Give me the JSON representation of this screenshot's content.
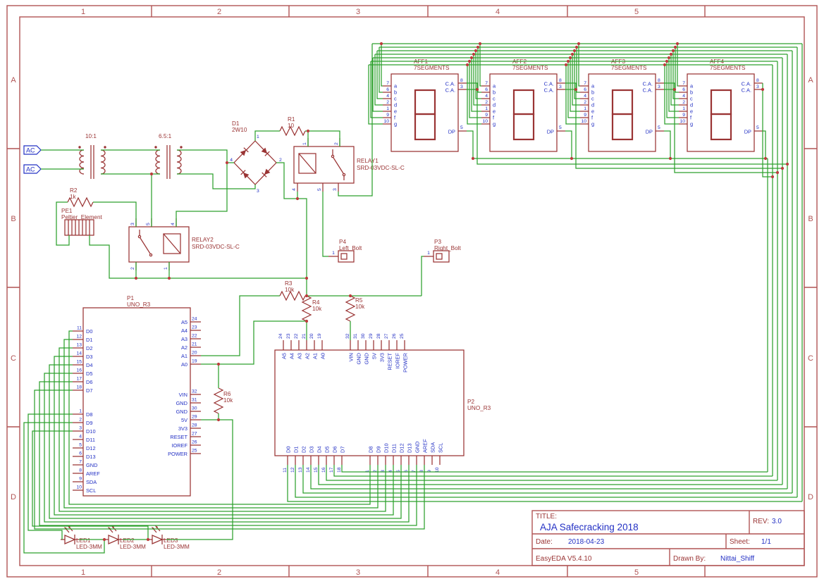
{
  "frame": {
    "cols": [
      "1",
      "2",
      "3",
      "4",
      "5"
    ],
    "rows": [
      "A",
      "B",
      "C",
      "D"
    ]
  },
  "ports": {
    "ac1": "AC",
    "ac2": "AC"
  },
  "transformers": {
    "t1_ratio": "10:1",
    "t2_ratio": "6.5:1"
  },
  "parts": {
    "d1": {
      "ref": "D1",
      "value": "2W10",
      "pins": [
        "1",
        "2",
        "3",
        "4"
      ]
    },
    "r1": {
      "ref": "R1",
      "value": "10"
    },
    "r2": {
      "ref": "R2",
      "value": "1k"
    },
    "r3": {
      "ref": "R3",
      "value": "10k"
    },
    "r4": {
      "ref": "R4",
      "value": "10k"
    },
    "r5": {
      "ref": "R5",
      "value": "10k"
    },
    "r6": {
      "ref": "R6",
      "value": "10k"
    },
    "relay1": {
      "ref": "RELAY1",
      "value": "SRD-03VDC-SL-C",
      "top_pins": [
        "1",
        "2"
      ],
      "bottom_pins": [
        "4",
        "5",
        "3"
      ]
    },
    "relay2": {
      "ref": "RELAY2",
      "value": "SRD-03VDC-SL-C",
      "top_pins": [
        "3",
        "5",
        "4"
      ],
      "bottom_pins": [
        "2",
        "1"
      ]
    },
    "pe1": {
      "ref": "PE1",
      "value": "Peltier_Element"
    },
    "p4": {
      "ref": "P4",
      "value": "Left_Bolt",
      "pin": "1"
    },
    "p3": {
      "ref": "P3",
      "value": "Right_Bolt",
      "pin": "1"
    },
    "led1": {
      "ref": "LED1",
      "value": "LED-3MM"
    },
    "led2": {
      "ref": "LED2",
      "value": "LED-3MM"
    },
    "led3": {
      "ref": "LED3",
      "value": "LED-3MM"
    },
    "p1": {
      "ref": "P1",
      "value": "UNO_R3"
    },
    "p2": {
      "ref": "P2",
      "value": "UNO_R3"
    }
  },
  "displays": {
    "refs": [
      "AFF1",
      "AFF2",
      "AFF3",
      "AFF4"
    ],
    "value": "7SEGMENTS",
    "seg_pins": [
      {
        "num": "7",
        "name": "a"
      },
      {
        "num": "6",
        "name": "b"
      },
      {
        "num": "4",
        "name": "c"
      },
      {
        "num": "2",
        "name": "d"
      },
      {
        "num": "1",
        "name": "e"
      },
      {
        "num": "9",
        "name": "f"
      },
      {
        "num": "10",
        "name": "g"
      }
    ],
    "ca_pins": [
      {
        "num": "8",
        "name": "C.A."
      },
      {
        "num": "3",
        "name": "C.A."
      }
    ],
    "dp_pin": {
      "num": "5",
      "name": "DP"
    }
  },
  "uno_pins": {
    "digital_low": [
      {
        "num": "11",
        "name": "D0"
      },
      {
        "num": "12",
        "name": "D1"
      },
      {
        "num": "13",
        "name": "D2"
      },
      {
        "num": "14",
        "name": "D3"
      },
      {
        "num": "15",
        "name": "D4"
      },
      {
        "num": "16",
        "name": "D5"
      },
      {
        "num": "17",
        "name": "D6"
      },
      {
        "num": "18",
        "name": "D7"
      }
    ],
    "digital_high": [
      {
        "num": "1",
        "name": "D8"
      },
      {
        "num": "2",
        "name": "D9"
      },
      {
        "num": "3",
        "name": "D10"
      },
      {
        "num": "4",
        "name": "D11"
      },
      {
        "num": "5",
        "name": "D12"
      },
      {
        "num": "6",
        "name": "D13"
      },
      {
        "num": "7",
        "name": "GND"
      },
      {
        "num": "8",
        "name": "AREF"
      },
      {
        "num": "9",
        "name": "SDA"
      },
      {
        "num": "10",
        "name": "SCL"
      }
    ],
    "analog": [
      {
        "num": "24",
        "name": "A5"
      },
      {
        "num": "23",
        "name": "A4"
      },
      {
        "num": "22",
        "name": "A3"
      },
      {
        "num": "21",
        "name": "A2"
      },
      {
        "num": "20",
        "name": "A1"
      },
      {
        "num": "19",
        "name": "A0"
      }
    ],
    "power": [
      {
        "num": "32",
        "name": "VIN"
      },
      {
        "num": "31",
        "name": "GND"
      },
      {
        "num": "30",
        "name": "GND"
      },
      {
        "num": "29",
        "name": "5V"
      },
      {
        "num": "28",
        "name": "3V3"
      },
      {
        "num": "27",
        "name": "RESET"
      },
      {
        "num": "26",
        "name": "IOREF"
      },
      {
        "num": "25",
        "name": "POWER"
      }
    ]
  },
  "title_block": {
    "title_label": "TITLE:",
    "title": "AJA Safecracking 2018",
    "rev_label": "REV:",
    "rev": "3.0",
    "date_label": "Date:",
    "date": "2018-04-23",
    "sheet_label": "Sheet:",
    "sheet": "1/1",
    "tool": "EasyEDA V5.4.10",
    "drawn_by_label": "Drawn By:",
    "drawn_by": "Nittai_Shiff"
  }
}
